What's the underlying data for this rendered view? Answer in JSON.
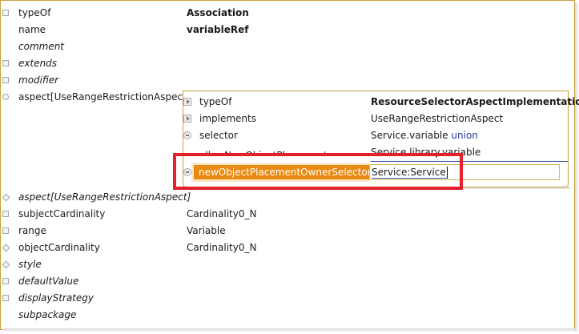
{
  "outer_rows": [
    {
      "label": "typeOf",
      "value": "Association",
      "label_italic": false,
      "value_bold": true,
      "bullet": "square"
    },
    {
      "label": "name",
      "value": "variableRef",
      "label_italic": false,
      "value_bold": true,
      "bullet": "none"
    },
    {
      "label": "comment",
      "value": "",
      "label_italic": true,
      "value_bold": false,
      "bullet": "none"
    },
    {
      "label": "extends",
      "value": "",
      "label_italic": true,
      "value_bold": false,
      "bullet": "square"
    },
    {
      "label": "modifier",
      "value": "",
      "label_italic": true,
      "value_bold": false,
      "bullet": "square"
    },
    {
      "label": "aspect[UseRangeRestrictionAspect]",
      "value": "",
      "label_italic": false,
      "value_bold": false,
      "bullet": "round"
    }
  ],
  "lower_rows": [
    {
      "label": "aspect[UseRangeRestrictionAspect]",
      "value": "",
      "label_italic": true,
      "bullet": "diamond"
    },
    {
      "label": "subjectCardinality",
      "value": "Cardinality0_N",
      "label_italic": false,
      "bullet": "square"
    },
    {
      "label": "range",
      "value": "Variable",
      "label_italic": false,
      "bullet": "square"
    },
    {
      "label": "objectCardinality",
      "value": "Cardinality0_N",
      "label_italic": false,
      "bullet": "diamond"
    },
    {
      "label": "style",
      "value": "",
      "label_italic": true,
      "bullet": "diamond"
    },
    {
      "label": "defaultValue",
      "value": "",
      "label_italic": true,
      "bullet": "square"
    },
    {
      "label": "displayStrategy",
      "value": "",
      "label_italic": true,
      "bullet": "square"
    },
    {
      "label": "subpackage",
      "value": "",
      "label_italic": true,
      "bullet": "none"
    }
  ],
  "panel": {
    "typeOf_label": "typeOf",
    "typeOf_value": "ResourceSelectorAspectImplementation",
    "implements_label": "implements",
    "implements_value": "UseRangeRestrictionAspect",
    "selector_label": "selector",
    "selector_part1": "Service.variable",
    "selector_keyword": "union",
    "selector_part2": "Service.library.variable",
    "hidden_label": "allowNewObjectPlacement",
    "hidden_value": "true",
    "selected_label": "newObjectPlacementOwnerSelector",
    "selected_value": "Service:Service"
  },
  "colors": {
    "frame": "#c9a23a",
    "highlight": "#e3212b",
    "selected_label_bg": "#e98a13",
    "selected_band": "#fde9c6",
    "link": "#2f4f9e"
  }
}
